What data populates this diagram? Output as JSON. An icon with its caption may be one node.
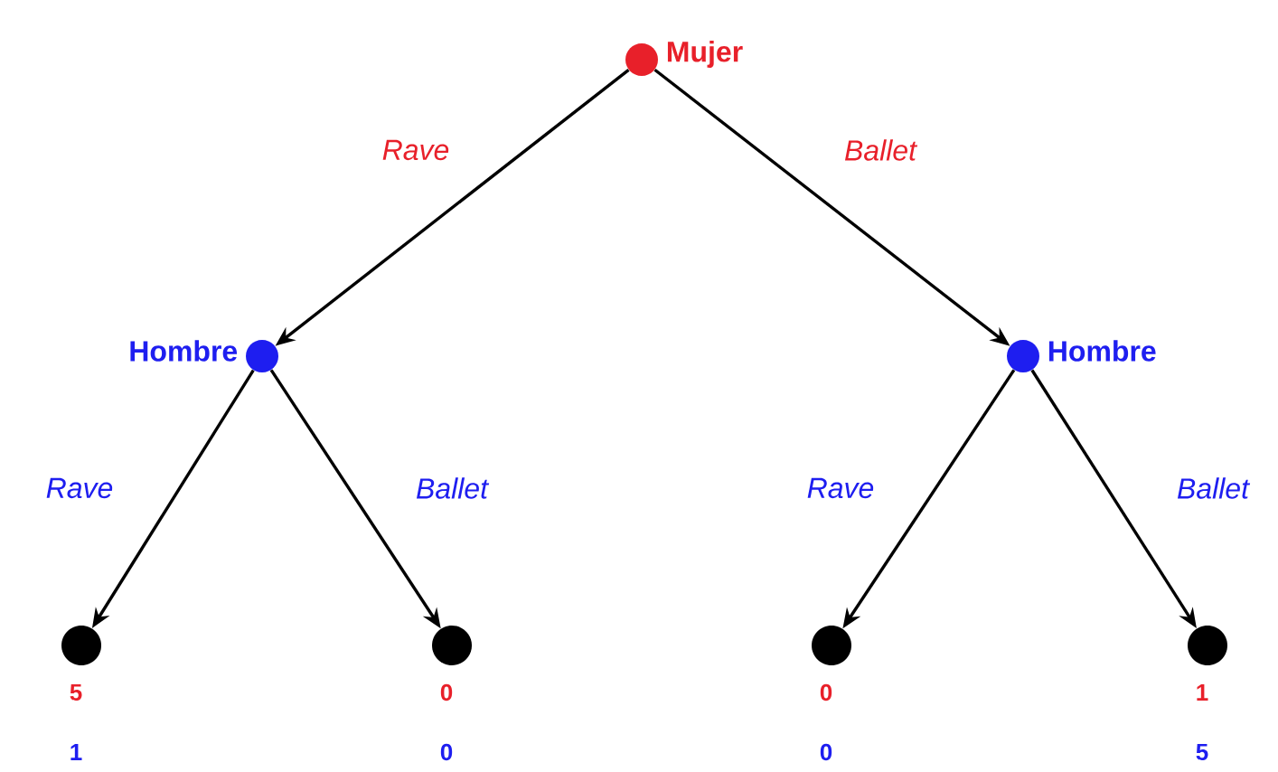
{
  "diagram": {
    "nodes": [
      {
        "text": [
          "Mujer"
        ]
      },
      {
        "text": [
          "Hombre"
        ]
      },
      {
        "text": [
          "Hombre"
        ]
      },
      {
        "text": [],
        "shape": "circle",
        "beside": [
          "5",
          "1"
        ]
      },
      {
        "text": [],
        "shape": "circle",
        "beside": [
          "0",
          "0"
        ]
      },
      {
        "text": [],
        "shape": "circle",
        "beside": [
          "0",
          "0"
        ]
      },
      {
        "text": [],
        "shape": "circle",
        "beside": [
          "1",
          "5"
        ]
      }
    ],
    "edges": [
      {
        "from": 0,
        "to": 1,
        "arrow": "to",
        "label": "Rave"
      },
      {
        "from": 0,
        "to": 2,
        "arrow": "to",
        "label": "Ballet"
      },
      {
        "from": 1,
        "to": 3,
        "arrow": "to",
        "label": "Rave"
      },
      {
        "from": 1,
        "to": 4,
        "arrow": "to",
        "label": "Ballet"
      },
      {
        "from": 2,
        "to": 5,
        "arrow": "to",
        "label": "Rave"
      },
      {
        "from": 2,
        "to": 6,
        "arrow": "to",
        "label": "Ballet"
      }
    ]
  }
}
